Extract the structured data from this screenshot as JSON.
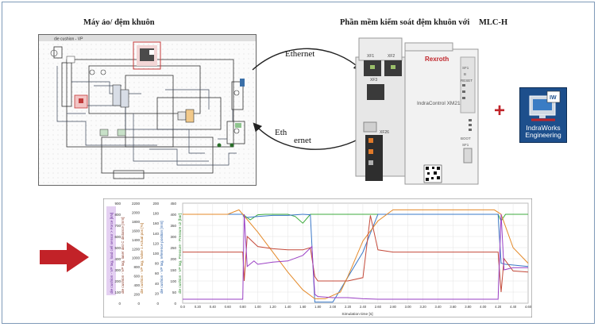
{
  "machine_title": "Máy ảo/ đệm khuôn",
  "software_title": "Phần mềm kiểm soát đệm khuôn với",
  "controller_name": "MLC-H",
  "schematic_window_title": "die cushion - VP",
  "link_top": "Ethernet",
  "link_bottom_a": "Eth",
  "link_bottom_b": "ernet",
  "plc": {
    "brand": "Rexroth",
    "model": "IndraControl XM21",
    "ports": [
      "XF1",
      "XF2",
      "XF3"
    ],
    "side_labels": [
      "SF1",
      "B",
      "RESET",
      "SF1",
      "BOOT"
    ],
    "status": "XF26"
  },
  "software_tile": {
    "badge": "IW",
    "line1": "IndraWorks",
    "line2": "Engineering"
  },
  "plot": {
    "xlabel": "Simulation time [s]",
    "x_ticks": [
      "0.0",
      "0.20",
      "0.40",
      "0.60",
      "0.80",
      "1.00",
      "1.20",
      "1.40",
      "1.60",
      "1.80",
      "2.00",
      "2.20",
      "2.40",
      "2.60",
      "2.80",
      "3.00",
      "3.20",
      "3.40",
      "3.60",
      "3.80",
      "4.00",
      "4.20",
      "4.40",
      "4.60"
    ],
    "y_ticks_a": [
      "450",
      "400",
      "350",
      "300",
      "250",
      "200",
      "150",
      "100",
      "50",
      "0"
    ],
    "y_ticks_b": [
      "200",
      "180",
      "160",
      "140",
      "120",
      "100",
      "80",
      "60",
      "40",
      "20",
      "0"
    ],
    "y_ticks_c": [
      "2200",
      "2000",
      "1800",
      "1600",
      "1400",
      "1200",
      "1000",
      "800",
      "600",
      "400",
      "200",
      "0"
    ],
    "y_ticks_d": [
      "900",
      "800",
      "700",
      "600",
      "500",
      "400",
      "300",
      "200",
      "100",
      "0"
    ],
    "axis_labels": [
      "die cushion - VP tag, load cell sensor > Force [kN]",
      "die cushion - VP tag, laser dist C distance [mm]",
      "die cushion - VP tag, Valve 1 Actual pos [%]",
      "die cushion - VP tag, reference position [mm]",
      "die cushion - VP tag, Pressure - Pressure Lit [bar]"
    ]
  },
  "chart_data": {
    "type": "line",
    "x_range": [
      0,
      4.6
    ],
    "y_range": [
      0,
      450
    ],
    "series": [
      {
        "color": "#3cab3c",
        "x": [
          0,
          0.8,
          0.9,
          1.0,
          1.1,
          1.2,
          1.4,
          1.5,
          1.6,
          1.7,
          1.8,
          2.0,
          2.2,
          2.4,
          2.6,
          2.8,
          3.0,
          3.2,
          3.4,
          3.6,
          3.8,
          4.0,
          4.2,
          4.24,
          4.3,
          4.6
        ],
        "y": [
          400,
          400,
          375,
          398,
          400,
          400,
          400,
          390,
          360,
          400,
          400,
          400,
          400,
          400,
          400,
          400,
          400,
          400,
          400,
          400,
          400,
          400,
          400,
          370,
          400,
          400
        ]
      },
      {
        "color": "#3a78c8",
        "x": [
          0,
          0.8,
          0.82,
          1.0,
          1.2,
          1.4,
          1.6,
          1.7,
          1.76,
          2.0,
          2.4,
          2.6,
          2.8,
          3.0,
          3.2,
          3.6,
          3.8,
          4.0,
          4.2,
          4.24,
          4.3,
          4.6
        ],
        "y": [
          400,
          400,
          385,
          390,
          395,
          395,
          400,
          398,
          5,
          5,
          230,
          400,
          400,
          400,
          400,
          400,
          400,
          400,
          400,
          180,
          175,
          165
        ]
      },
      {
        "color": "#e48a2a",
        "x": [
          0,
          0.6,
          0.75,
          0.8,
          1.0,
          1.2,
          1.4,
          1.6,
          1.76,
          1.9,
          2.1,
          2.2,
          2.4,
          2.6,
          2.8,
          3.0,
          3.2,
          3.4,
          3.6,
          3.8,
          4.0,
          4.15,
          4.24,
          4.4,
          4.6
        ],
        "y": [
          400,
          400,
          420,
          400,
          320,
          230,
          140,
          60,
          20,
          20,
          50,
          120,
          280,
          370,
          420,
          420,
          420,
          420,
          420,
          420,
          420,
          420,
          400,
          250,
          180
        ]
      },
      {
        "color": "#c44a3a",
        "x": [
          0,
          0.8,
          0.82,
          0.86,
          1.0,
          1.2,
          1.4,
          1.6,
          1.7,
          1.76,
          1.8,
          2.0,
          2.2,
          2.4,
          2.5,
          2.6,
          2.8,
          3.0,
          3.2,
          3.6,
          4.0,
          4.2,
          4.24,
          4.28,
          4.4,
          4.6
        ],
        "y": [
          230,
          230,
          100,
          300,
          255,
          245,
          240,
          240,
          250,
          120,
          100,
          100,
          100,
          115,
          395,
          240,
          230,
          230,
          230,
          230,
          230,
          230,
          50,
          200,
          145,
          140
        ]
      },
      {
        "color": "#9a3fc4",
        "x": [
          0,
          0.8,
          0.82,
          0.86,
          0.95,
          1.0,
          1.2,
          1.4,
          1.6,
          1.72,
          1.76,
          1.8,
          2.0,
          2.2,
          2.4,
          2.6,
          2.8,
          3.0,
          3.2,
          3.6,
          4.0,
          4.2,
          4.24,
          4.28,
          4.4,
          4.6
        ],
        "y": [
          18,
          18,
          400,
          165,
          190,
          175,
          185,
          190,
          215,
          255,
          40,
          30,
          25,
          25,
          20,
          18,
          18,
          18,
          18,
          18,
          18,
          18,
          400,
          150,
          160,
          160
        ]
      }
    ]
  }
}
